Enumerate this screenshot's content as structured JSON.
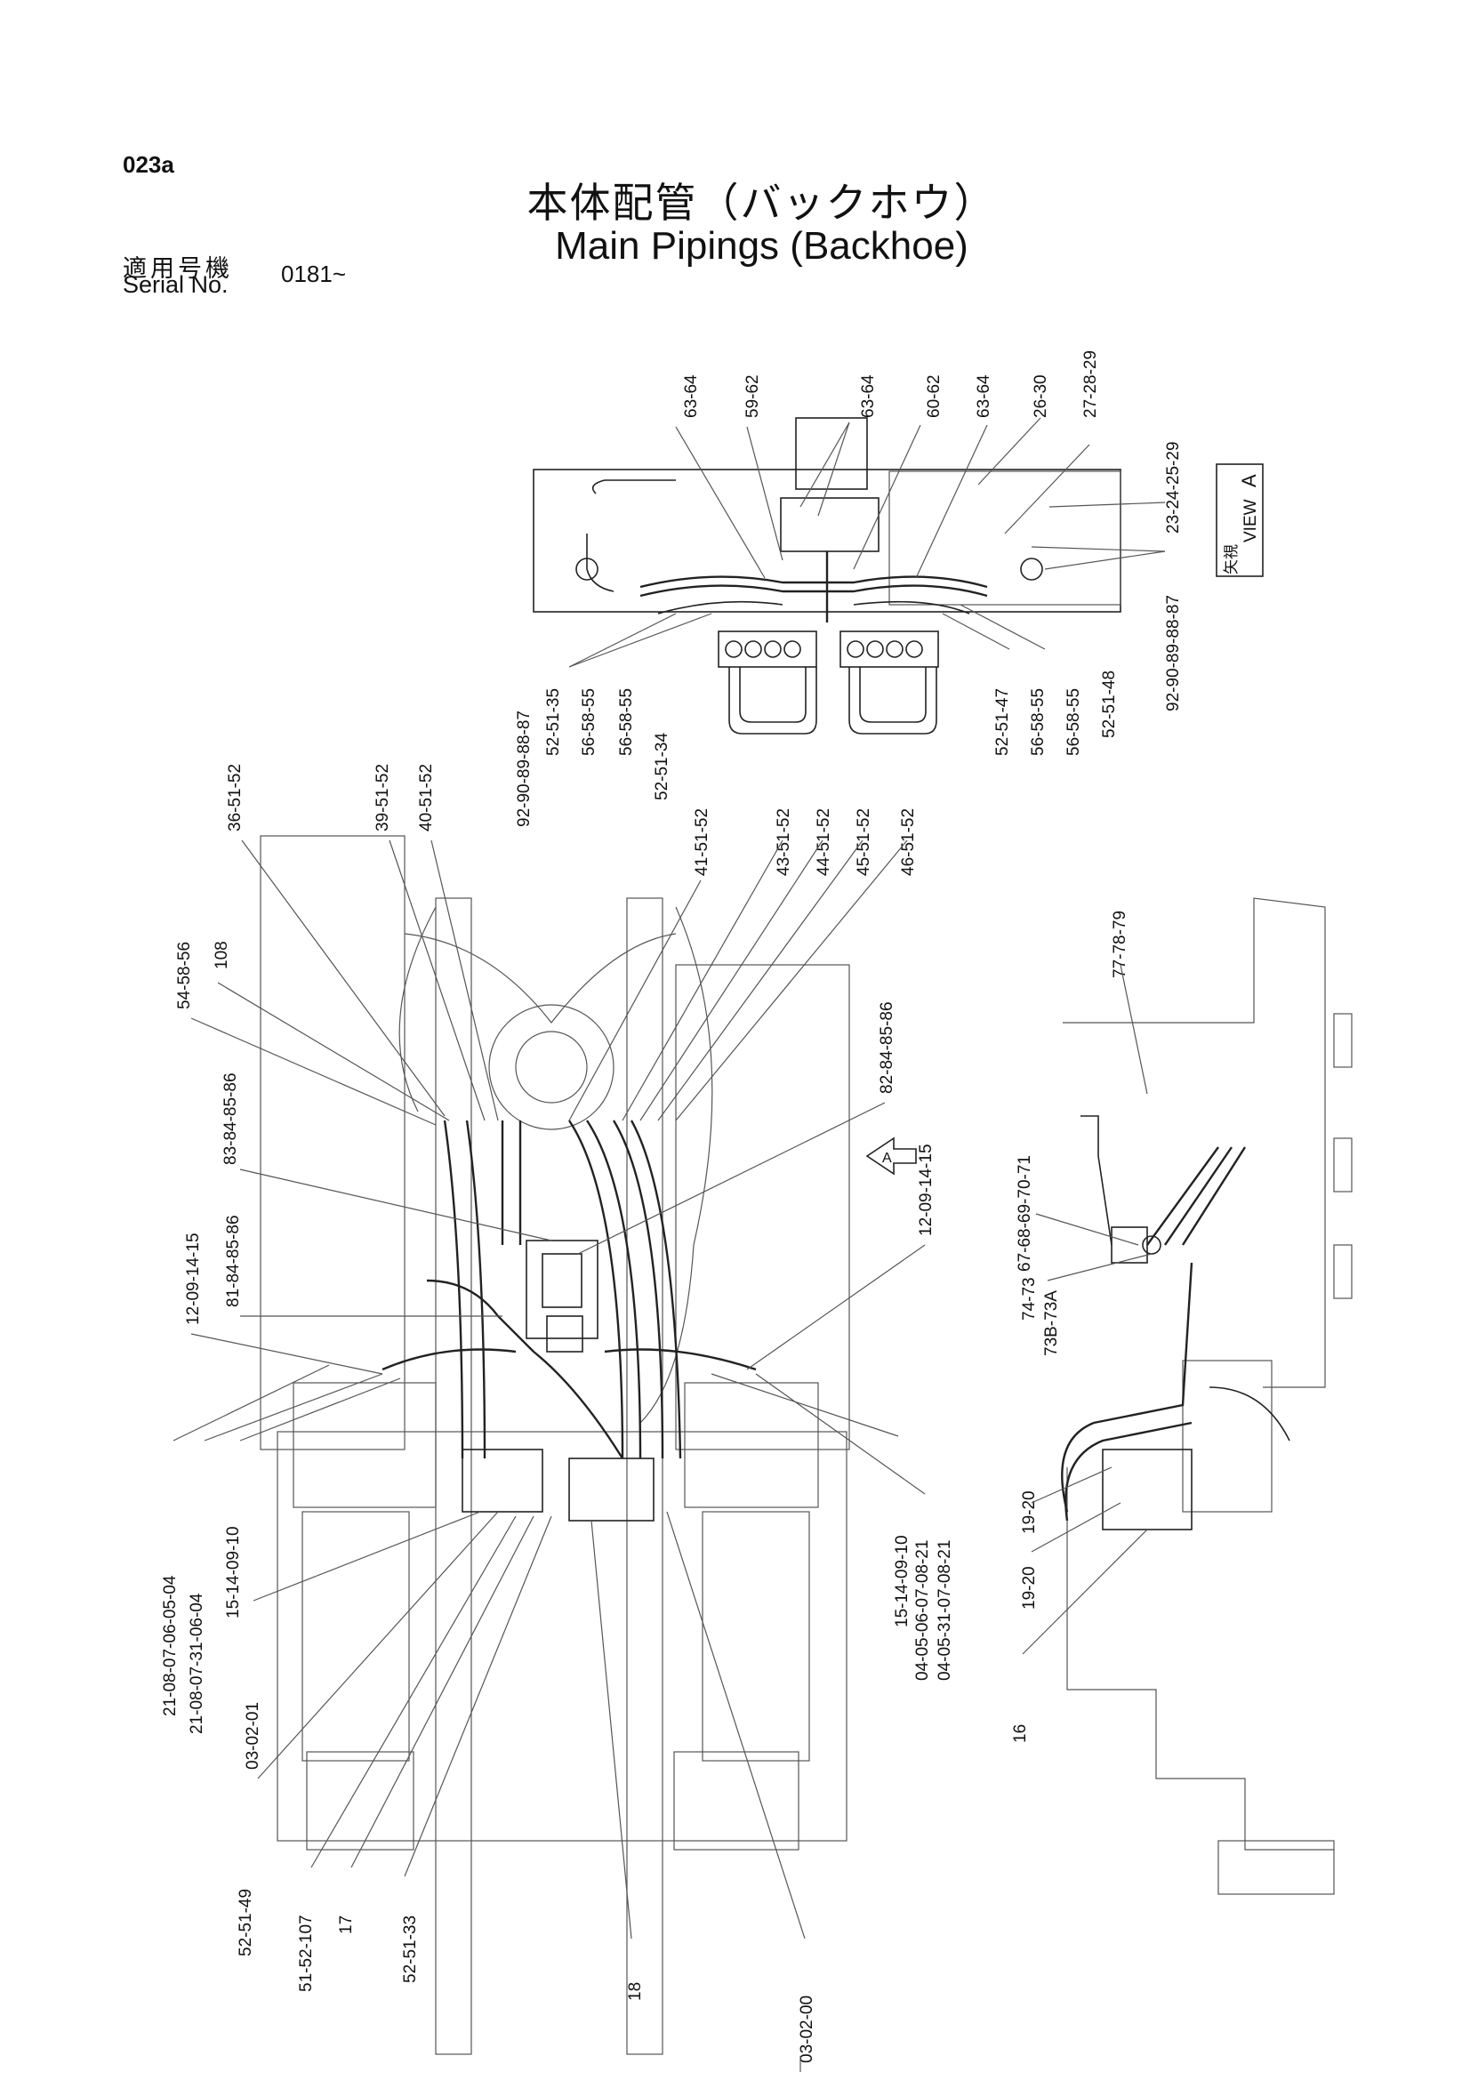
{
  "page_code": "023a",
  "title_ja": "本体配管（バックホウ）",
  "title_en": "Main Pipings (Backhoe)",
  "serial": {
    "label_ja": "適用号機",
    "label_en": "Serial No.",
    "value": "0181~"
  },
  "view_label": {
    "ja": "矢視",
    "en": "VIEW",
    "letter": "A"
  },
  "arrow_letter": "A",
  "callouts_view_a": {
    "top": [
      "63-64",
      "59-62",
      "63-64",
      "60-62",
      "63-64",
      "26-30",
      "27-28-29"
    ],
    "right": "23-24-25-29",
    "right_lower": "92-90-89-88-87",
    "bottom_left": [
      "92-90-89-88-87",
      "52-51-35",
      "56-58-55",
      "56-58-55",
      "52-51-34"
    ],
    "bottom_right": [
      "52-51-47",
      "56-58-55",
      "56-58-55",
      "52-51-48"
    ]
  },
  "callouts_main": {
    "top": [
      "36-51-52",
      "39-51-52",
      "40-51-52",
      "41-51-52",
      "43-51-52",
      "44-51-52",
      "45-51-52",
      "46-51-52"
    ],
    "left_upper": [
      "54-58-56",
      "108"
    ],
    "left_mid": [
      "83-84-85-86",
      "12-09-14-15",
      "81-84-85-86"
    ],
    "right_mid": [
      "82-84-85-86",
      "12-09-14-15"
    ],
    "bottom_left": [
      "21-08-07-06-05-04",
      "21-08-07-31-06-04",
      "15-14-09-10",
      "03-02-01",
      "52-51-49",
      "51-52-107",
      "17",
      "52-51-33",
      "18",
      "03-02-00"
    ],
    "bottom_right": [
      "04-05-06-07-08-21",
      "04-05-31-07-08-21",
      "15-14-09-10"
    ]
  },
  "callouts_side": [
    "77-78-79",
    "67-68-69-70-71",
    "74-73",
    "73B-73A",
    "19-20",
    "19-20",
    "16"
  ]
}
